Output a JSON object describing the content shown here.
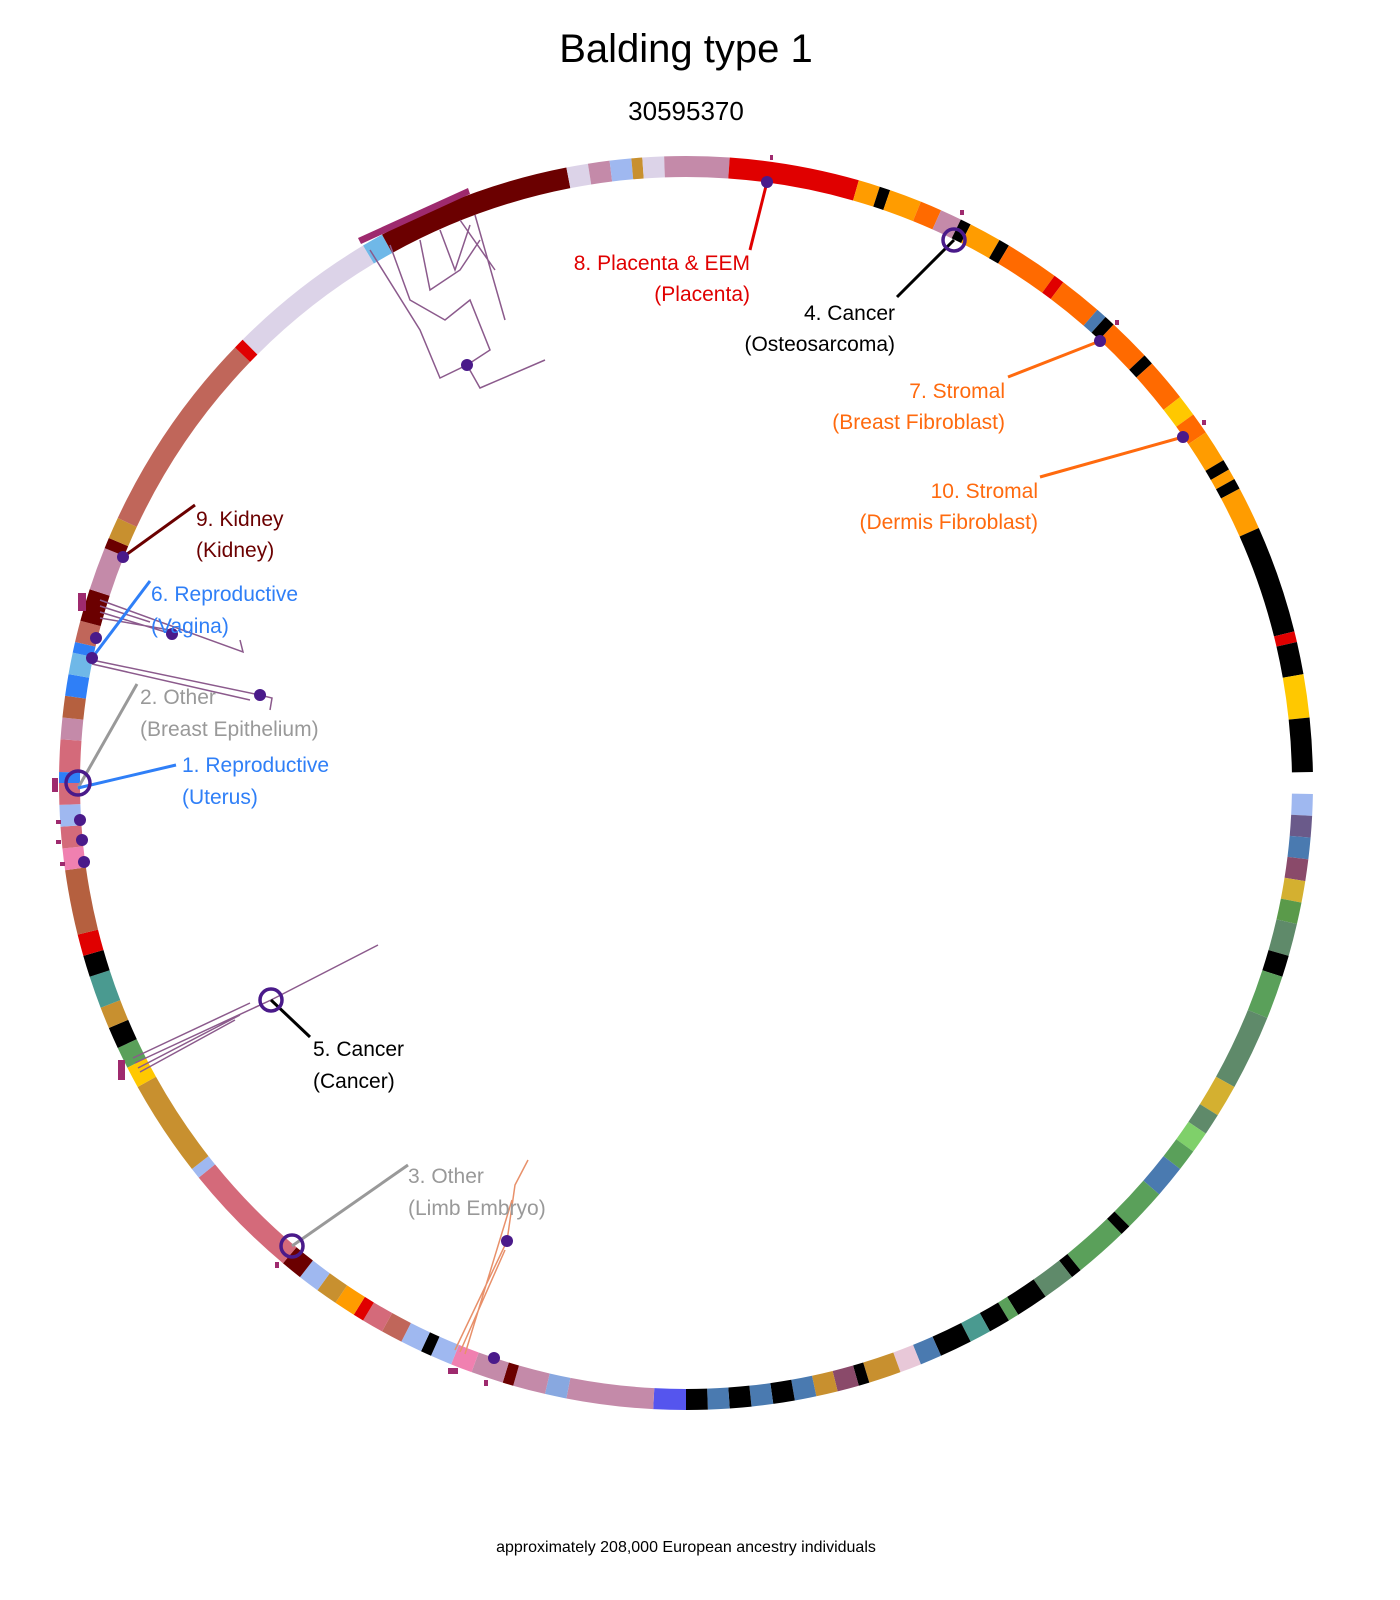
{
  "title": "Balding type 1",
  "subtitle": "30595370",
  "footer": "approximately 208,000 European ancestry individuals",
  "colors": {
    "marker": "#4a1a8a",
    "tree": "#8b5a8c",
    "tick": "#9e2a6e"
  },
  "annotations": [
    {
      "id": "a8",
      "line1": "8. Placenta & EEM",
      "line2": "(Placenta)",
      "color": "#e00000"
    },
    {
      "id": "a4",
      "line1": "4. Cancer",
      "line2": "(Osteosarcoma)",
      "color": "#000000"
    },
    {
      "id": "a7",
      "line1": "7. Stromal",
      "line2": "(Breast Fibroblast)",
      "color": "#ff6a0e"
    },
    {
      "id": "a10",
      "line1": "10. Stromal",
      "line2": "(Dermis Fibroblast)",
      "color": "#ff6a0e"
    },
    {
      "id": "a9",
      "line1": "9. Kidney",
      "line2": "(Kidney)",
      "color": "#6b0000"
    },
    {
      "id": "a6",
      "line1": "6. Reproductive",
      "line2": "(Vagina)",
      "color": "#2f7ff7"
    },
    {
      "id": "a2",
      "line1": "2. Other",
      "line2": "(Breast Epithelium)",
      "color": "#999999"
    },
    {
      "id": "a1",
      "line1": "1. Reproductive",
      "line2": "(Uterus)",
      "color": "#2f7ff7"
    },
    {
      "id": "a5",
      "line1": "5. Cancer",
      "line2": "(Cancer)",
      "color": "#000000"
    },
    {
      "id": "a3",
      "line1": "3. Other",
      "line2": "(Limb Embryo)",
      "color": "#999999"
    }
  ],
  "chart_data": {
    "type": "circular-track",
    "title": "Balding type 1",
    "subtitle": "30595370",
    "segments_deg": [
      [
        1,
        3,
        "#9fb8f0"
      ],
      [
        3,
        5,
        "#6a5a8a"
      ],
      [
        5,
        7,
        "#4a7ab0"
      ],
      [
        7,
        9,
        "#8a4a6a"
      ],
      [
        9,
        11,
        "#d4b030"
      ],
      [
        11,
        13,
        "#5a9a4a"
      ],
      [
        13,
        16,
        "#5f8a6a"
      ],
      [
        16,
        18,
        "#000000"
      ],
      [
        18,
        22,
        "#5aa05a"
      ],
      [
        22,
        29,
        "#5f8a6a"
      ],
      [
        29,
        32,
        "#d4b030"
      ],
      [
        32,
        34,
        "#5f8a6a"
      ],
      [
        34,
        36,
        "#7fd06a"
      ],
      [
        36,
        38,
        "#5aa05a"
      ],
      [
        38,
        41,
        "#4a7ab0"
      ],
      [
        41,
        45,
        "#5aa05a"
      ],
      [
        45,
        46,
        "#000000"
      ],
      [
        46,
        51,
        "#5aa05a"
      ],
      [
        51,
        52,
        "#000000"
      ],
      [
        52,
        55,
        "#5f8a6a"
      ],
      [
        55,
        58,
        "#000000"
      ],
      [
        58,
        59,
        "#5aa05a"
      ],
      [
        59,
        61,
        "#000000"
      ],
      [
        61,
        63,
        "#4a9a90"
      ],
      [
        63,
        66,
        "#000000"
      ],
      [
        66,
        68,
        "#4a7ab0"
      ],
      [
        68,
        70,
        "#e8c8d8"
      ],
      [
        70,
        73,
        "#c8902f"
      ],
      [
        73,
        74,
        "#000000"
      ],
      [
        74,
        76,
        "#8a4a6a"
      ],
      [
        76,
        78,
        "#c8902f"
      ],
      [
        78,
        80,
        "#4a7ab0"
      ],
      [
        80,
        82,
        "#000000"
      ],
      [
        82,
        84,
        "#4a7ab0"
      ],
      [
        84,
        86,
        "#000000"
      ],
      [
        86,
        88,
        "#4a7ab0"
      ],
      [
        88,
        90,
        "#000000"
      ],
      [
        90,
        93,
        "#5555ee"
      ],
      [
        93,
        101,
        "#c48aa9"
      ],
      [
        101,
        103,
        "#88a8e0"
      ],
      [
        103,
        106,
        "#c48aa9"
      ],
      [
        106,
        107,
        "#6b0000"
      ],
      [
        107,
        110,
        "#c48aa9"
      ],
      [
        110,
        112,
        "#f080b0"
      ],
      [
        112,
        114,
        "#9fb8f0"
      ],
      [
        114,
        115,
        "#000000"
      ],
      [
        115,
        117,
        "#9fb8f0"
      ],
      [
        117,
        119,
        "#c0665a"
      ],
      [
        119,
        121,
        "#d46a7a"
      ],
      [
        121,
        122,
        "#e00000"
      ],
      [
        122,
        124,
        "#ff9c00"
      ],
      [
        124,
        126,
        "#c8902f"
      ],
      [
        126,
        128,
        "#9fb8f0"
      ],
      [
        128,
        130,
        "#6b0000"
      ],
      [
        130,
        141,
        "#d46a7a"
      ],
      [
        141,
        142,
        "#9fb8f0"
      ],
      [
        142,
        151,
        "#c8902f"
      ],
      [
        151,
        153,
        "#ffc800"
      ],
      [
        153,
        155,
        "#5aa05a"
      ],
      [
        155,
        157,
        "#000000"
      ],
      [
        157,
        159,
        "#c8902f"
      ],
      [
        159,
        162,
        "#4a9a90"
      ],
      [
        162,
        164,
        "#000000"
      ],
      [
        164,
        166,
        "#e00000"
      ],
      [
        166,
        172,
        "#b5603f"
      ],
      [
        172,
        174,
        "#f080b0"
      ],
      [
        174,
        176,
        "#d46a7a"
      ],
      [
        176,
        178,
        "#9fb8f0"
      ],
      [
        178,
        180,
        "#d46a7a"
      ],
      [
        180,
        181,
        "#2f7ff7"
      ],
      [
        181,
        184,
        "#d46a7a"
      ],
      [
        184,
        186,
        "#c48aa9"
      ],
      [
        186,
        188,
        "#b5603f"
      ],
      [
        188,
        190,
        "#2f7ff7"
      ],
      [
        190,
        192,
        "#6fb8e8"
      ],
      [
        192,
        193,
        "#2f7ff7"
      ],
      [
        193,
        195,
        "#c0665a"
      ],
      [
        195,
        198,
        "#6b0000"
      ],
      [
        198,
        202,
        "#c48aa9"
      ],
      [
        202,
        203,
        "#6b0000"
      ],
      [
        203,
        205,
        "#c8902f"
      ],
      [
        205,
        224,
        "#c0665a"
      ],
      [
        224,
        225,
        "#e00000"
      ],
      [
        225,
        239,
        "#dcd3e8"
      ],
      [
        239,
        241,
        "#6fb8e8"
      ],
      [
        241,
        259,
        "#6b0000"
      ],
      [
        259,
        261,
        "#dcd3e8"
      ],
      [
        261,
        263,
        "#c48aa9"
      ],
      [
        263,
        265,
        "#9fb8f0"
      ],
      [
        265,
        266,
        "#c8902f"
      ],
      [
        266,
        268,
        "#dcd3e8"
      ],
      [
        268,
        274,
        "#c48aa9"
      ],
      [
        274,
        286,
        "#e00000"
      ],
      [
        286,
        288,
        "#ff9c00"
      ],
      [
        288,
        289,
        "#000000"
      ],
      [
        289,
        292,
        "#ff9c00"
      ],
      [
        292,
        294,
        "#ff6a00"
      ],
      [
        294,
        296,
        "#c48aa9"
      ],
      [
        296,
        297,
        "#000000"
      ],
      [
        297,
        300,
        "#ff9c00"
      ],
      [
        300,
        301,
        "#000000"
      ],
      [
        301,
        306,
        "#ff6a00"
      ],
      [
        306,
        307,
        "#e00000"
      ],
      [
        307,
        311,
        "#ff6a00"
      ],
      [
        311,
        312,
        "#4a7ab0"
      ],
      [
        312,
        313,
        "#000000"
      ],
      [
        313,
        317,
        "#ff6a00"
      ],
      [
        317,
        318,
        "#000000"
      ],
      [
        318,
        322,
        "#ff6a00"
      ],
      [
        322,
        324,
        "#ffc800"
      ],
      [
        324,
        326,
        "#ff6a00"
      ],
      [
        326,
        329,
        "#ff9c00"
      ],
      [
        329,
        330,
        "#000000"
      ],
      [
        330,
        331,
        "#ff9c00"
      ],
      [
        331,
        332,
        "#000000"
      ],
      [
        332,
        336,
        "#ff9c00"
      ],
      [
        336,
        346,
        "#000000"
      ],
      [
        346,
        347,
        "#e00000"
      ],
      [
        347,
        350,
        "#000000"
      ],
      [
        350,
        354,
        "#ffc800"
      ],
      [
        354,
        359,
        "#000000"
      ]
    ]
  }
}
